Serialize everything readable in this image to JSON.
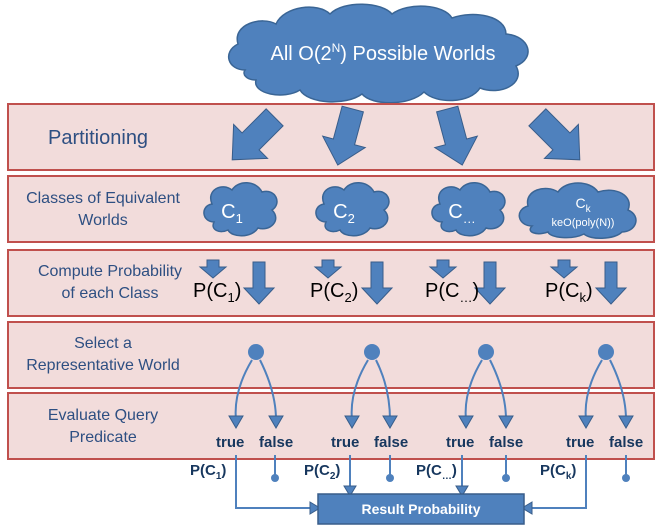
{
  "top_cloud": {
    "text": "All O(2",
    "sup": "N",
    "text_after": ") Possible Worlds"
  },
  "bands": {
    "partitioning": "Partitioning",
    "classes": [
      "Classes of Equivalent",
      "Worlds"
    ],
    "compute": [
      "Compute Probability",
      "of each Class"
    ],
    "select": [
      "Select a",
      "Representative World"
    ],
    "evaluate": [
      "Evaluate Query",
      "Predicate"
    ]
  },
  "classes": [
    {
      "base": "C",
      "sub": "1"
    },
    {
      "base": "C",
      "sub": "2"
    },
    {
      "base": "C",
      "sub": "…"
    },
    {
      "base": "C",
      "sub": "k",
      "note": "keO(poly(N))"
    }
  ],
  "probs": [
    {
      "pre": "P(C",
      "sub": "1",
      "post": ")"
    },
    {
      "pre": "P(C",
      "sub": "2",
      "post": ")"
    },
    {
      "pre": "P(C",
      "sub": "…",
      "post": ")"
    },
    {
      "pre": "P(C",
      "sub": "k",
      "post": ")"
    }
  ],
  "bools": {
    "true": "true",
    "false": "false"
  },
  "result": "Result Probability",
  "colors": {
    "band_fill": "#f2dcdb",
    "band_border": "#c0504d",
    "blue": "#4f81bd",
    "label": "#2e4f82"
  }
}
